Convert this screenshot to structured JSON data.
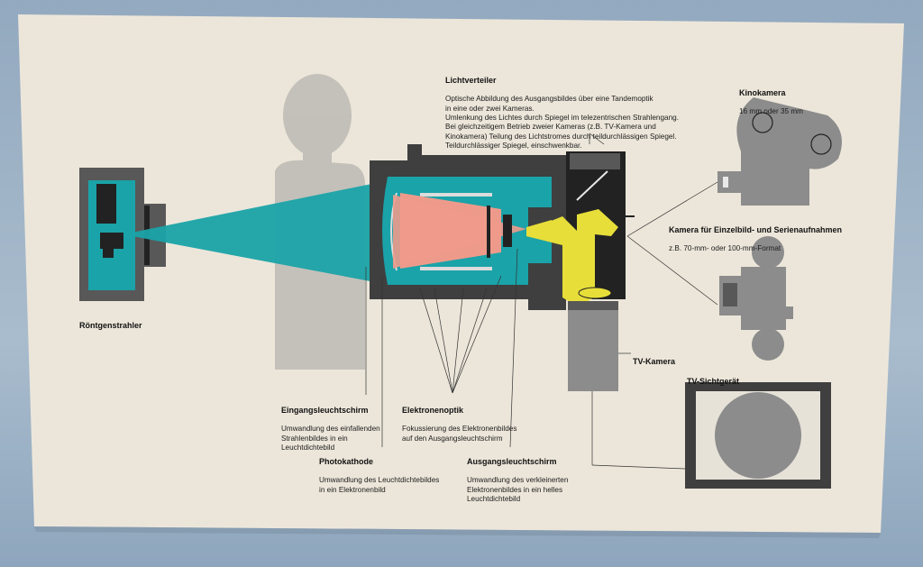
{
  "labels": {
    "roentgen": "Röntgenstrahler",
    "lichtverteiler": {
      "title": "Lichtverteiler",
      "desc": "Optische Abbildung des Ausgangsbildes über eine Tandemoptik\nin eine oder zwei Kameras.\nUmlenkung des Lichtes durch Spiegel im telezentrischen Strahlengang.\nBei gleichzeitigem Betrieb zweier Kameras (z.B. TV-Kamera und\nKinokamera) Teilung des Lichtstromes durch teildurchlässigen Spiegel.\nTeildurchlässiger Spiegel, einschwenkbar."
    },
    "kinokamera": {
      "title": "Kinokamera",
      "desc": "16 mm oder 35 mm"
    },
    "einzelbild": {
      "title": "Kamera für Einzelbild- und Serienaufnahmen",
      "desc": "z.B. 70-mm- oder 100-mm-Format"
    },
    "tv_kamera": "TV-Kamera",
    "tv_sichtgeraet": "TV-Sichtgerät",
    "eingangsleuchtschirm": {
      "title": "Eingangsleuchtschirm",
      "desc": "Umwandlung des einfallenden\nStrahlenbildes in ein\nLeuchtdichtebild"
    },
    "elektronenoptik": {
      "title": "Elektronenoptik",
      "desc": "Fokussierung des Elektronenbildes\nauf den Ausgangsleuchtschirm"
    },
    "photokathode": {
      "title": "Photokathode",
      "desc": "Umwandlung des Leuchtdichtebildes\nin ein Elektronenbild"
    },
    "ausgangsleuchtschirm": {
      "title": "Ausgangsleuchtschirm",
      "desc": "Umwandlung des verkleinerten\nElektronenbildes in ein helles\nLeuchtdichtebild"
    }
  },
  "colors": {
    "board": "#ece6da",
    "housing": "#3f3f3f",
    "cyan": "#1aa3a8",
    "salmon": "#ee9a8a",
    "yellow": "#e7de3a",
    "grey": "#8c8c8c",
    "silhouette": "#bdbab4"
  }
}
